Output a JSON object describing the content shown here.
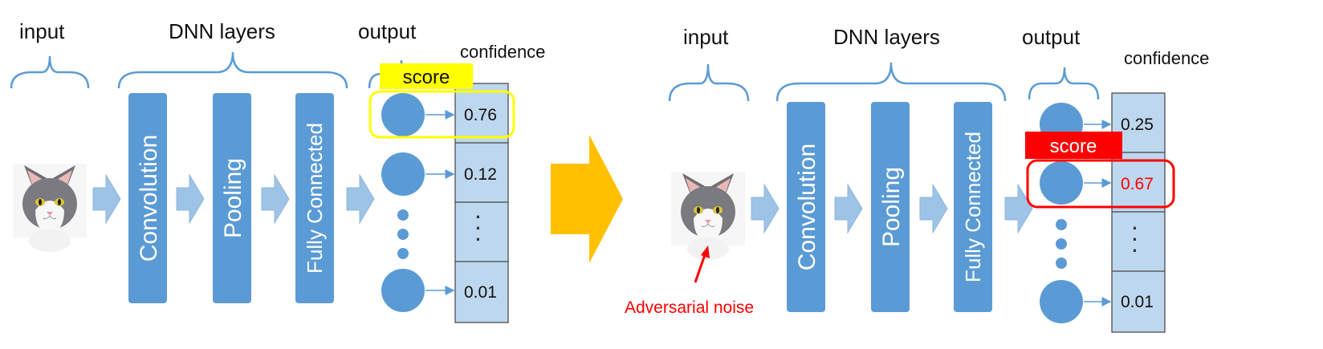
{
  "left_panel": {
    "input_label": "input",
    "layers_label": "DNN layers",
    "output_label": "output",
    "confidence_label": "confidence",
    "score_label": "score",
    "layers": [
      "Convolution",
      "Pooling",
      "Fully Connected"
    ],
    "confidences": [
      "0.76",
      "0.12",
      "·\n·\n·",
      "0.01"
    ]
  },
  "right_panel": {
    "input_label": "input",
    "layers_label": "DNN layers",
    "output_label": "output",
    "confidence_label": "confidence",
    "score_label": "score",
    "noise_label": "Adversarial noise",
    "layers": [
      "Convolution",
      "Pooling",
      "Fully Connected"
    ],
    "confidences": [
      "0.25",
      "0.67",
      "·\n·\n·",
      "0.01"
    ]
  },
  "colors": {
    "layer_blue": "#5b9bd5",
    "arrow_light_blue": "#9dc3e6",
    "cell_fill": "#bdd7ee",
    "brace_blue": "#5b9bd5",
    "highlight_yellow": "#ffff00",
    "highlight_red": "#ff0000",
    "big_arrow": "#ffc000"
  }
}
